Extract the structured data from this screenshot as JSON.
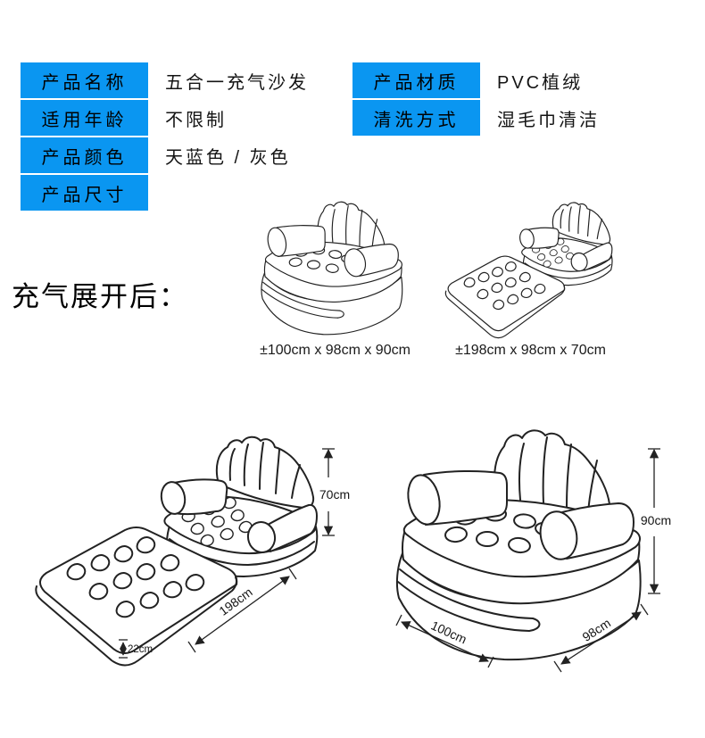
{
  "page": {
    "accent_blue": "#0a96f1",
    "background": "#ffffff",
    "line_color": "#222222"
  },
  "spec_table": {
    "left_column": [
      {
        "label": "产品名称",
        "value": "五合一充气沙发"
      },
      {
        "label": "适用年龄",
        "value": "不限制"
      },
      {
        "label": "产品颜色",
        "value": "天蓝色 / 灰色"
      },
      {
        "label": "产品尺寸",
        "value": ""
      }
    ],
    "right_column": [
      {
        "label": "产品材质",
        "value": "PVC植绒"
      },
      {
        "label": "清洗方式",
        "value": "湿毛巾清洁"
      }
    ]
  },
  "section_heading": "充气展开后：",
  "figures": {
    "top_chair_caption": "±100cm x 98cm x 90cm",
    "top_lounger_caption": "±198cm x 98cm x 70cm",
    "sofa_bed": {
      "height": "70cm",
      "length": "198cm",
      "thickness": "22cm"
    },
    "armchair": {
      "height": "90cm",
      "width": "100cm",
      "depth": "98cm"
    }
  }
}
